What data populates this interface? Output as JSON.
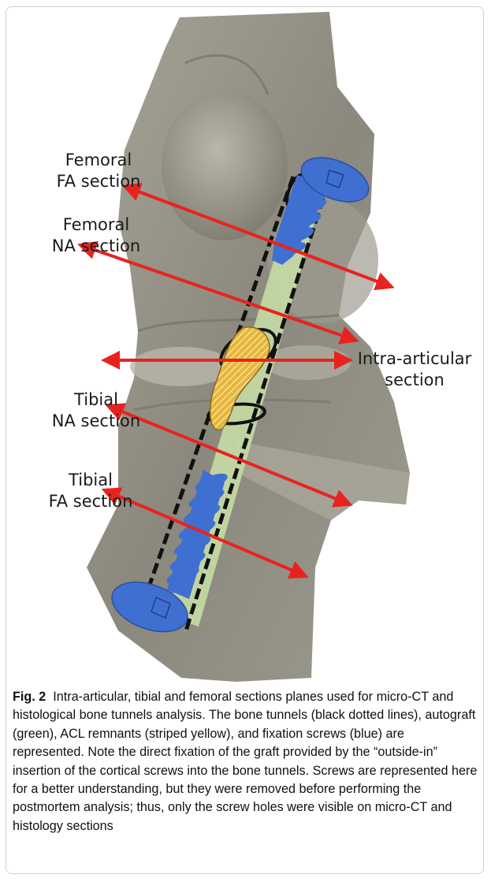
{
  "figure": {
    "labels": {
      "femoral_fa": [
        "Femoral",
        "FA section"
      ],
      "femoral_na": [
        "Femoral",
        "NA section"
      ],
      "intra_articular": [
        "Intra-articular",
        "section"
      ],
      "tibial_na": [
        "Tibial",
        "NA section"
      ],
      "tibial_fa": [
        "Tibial",
        "FA section"
      ]
    },
    "colors": {
      "arrow": "#e8231f",
      "screw": "#3f6fd1",
      "graft": "#c5dba5",
      "remnant": "#e6b73c",
      "bone": "#8d8a80",
      "tunnel": "#111111"
    }
  },
  "caption": {
    "figure_number": "Fig. 2",
    "text": "Intra-articular, tibial and femoral sections planes used for micro-CT and histological bone tunnels analysis. The bone tunnels (black dotted lines), autograft (green), ACL remnants (striped yellow), and fixation screws (blue) are represented. Note the direct fixation of the graft provided by the “outside-in” insertion of the cortical screws into the bone tunnels. Screws are represented here for a better understanding, but they were removed before performing the postmortem analysis; thus, only the screw holes were visible on micro-CT and histology sections"
  }
}
